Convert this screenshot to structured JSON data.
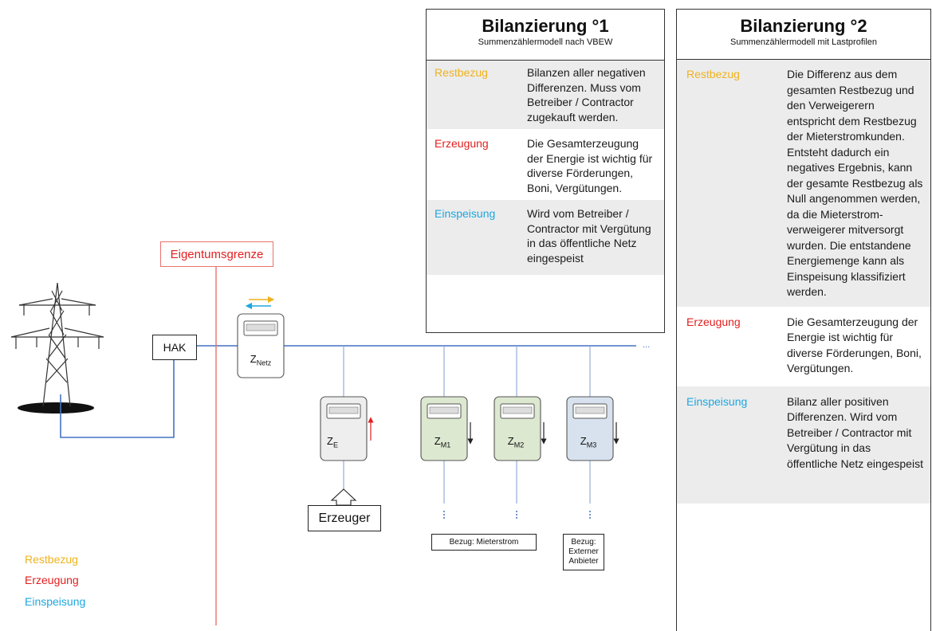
{
  "colors": {
    "restbezug": "#f0b21c",
    "erzeugung": "#e21f1f",
    "einspeisung": "#1ea7df",
    "grid_line": "#4472c4",
    "property_line": "#e8726f",
    "meter_green": "#dce8d0",
    "meter_blue": "#d7e2ee",
    "meter_grey": "#eeeeee"
  },
  "diagram": {
    "eigentumsgrenze": "Eigentumsgrenze",
    "hak": "HAK",
    "ellipsis": "...",
    "meters": {
      "netz": {
        "main": "Z",
        "sub": "Netz"
      },
      "e": {
        "main": "Z",
        "sub": "E"
      },
      "m1": {
        "main": "Z",
        "sub": "M1"
      },
      "m2": {
        "main": "Z",
        "sub": "M2"
      },
      "m3": {
        "main": "Z",
        "sub": "M3"
      }
    },
    "erzeuger": "Erzeuger",
    "bezug_mieterstrom": "Bezug: Mieterstrom",
    "bezug_extern": "Bezug: Externer Anbieter"
  },
  "legend": {
    "restbezug": "Restbezug",
    "erzeugung": "Erzeugung",
    "einspeisung": "Einspeisung"
  },
  "panel1": {
    "title": "Bilanzierung °1",
    "subtitle": "Summenzählermodell nach VBEW",
    "rows": [
      {
        "term": "Restbezug",
        "desc": "Bilanzen aller negativen Differenzen. Muss vom Betreiber / Contractor zugekauft werden."
      },
      {
        "term": "Erzeugung",
        "desc": "Die Gesamterzeugung der Energie ist wichtig für diverse Förderungen, Boni, Vergütungen."
      },
      {
        "term": "Einspeisung",
        "desc": "Wird vom Betreiber / Contractor mit Vergütung in das öffentliche Netz eingespeist"
      }
    ]
  },
  "panel2": {
    "title": "Bilanzierung °2",
    "subtitle": "Summenzählermodell mit Lastprofilen",
    "rows": [
      {
        "term": "Restbezug",
        "desc": "Die Differenz aus dem gesamten Restbezug und den Verweigerern entspricht dem Restbezug der Mieterstromkunden. Entsteht dadurch ein negatives Ergebnis, kann der gesamte Restbezug als Null angenommen werden, da die Mieterstrom-verweigerer mitversorgt wurden. Die entstandene Energiemenge kann als Einspeisung klassifiziert werden."
      },
      {
        "term": "Erzeugung",
        "desc": "Die Gesamterzeugung der Energie ist wichtig für diverse Förderungen, Boni, Vergütungen."
      },
      {
        "term": "Einspeisung",
        "desc": "Bilanz aller positiven Differenzen. Wird vom Betreiber / Contractor mit Vergütung in das öffentliche Netz eingespeist"
      }
    ]
  }
}
